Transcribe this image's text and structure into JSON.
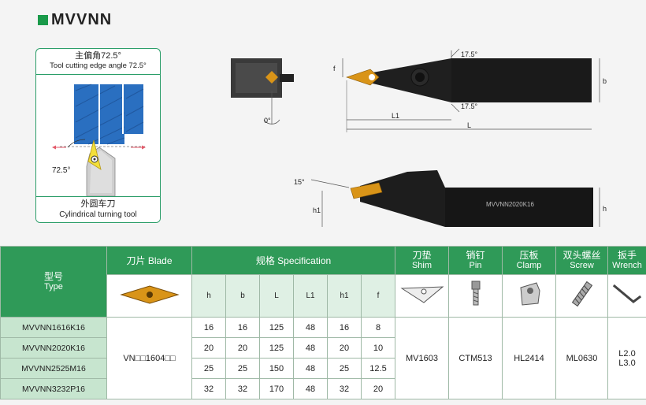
{
  "title": "MVVNN",
  "panel": {
    "header_cn": "主偏角72.5°",
    "header_en": "Tool cutting edge angle 72.5°",
    "angle_label": "72.5°",
    "footer_cn": "外圆车刀",
    "footer_en": "Cylindrical turning tool"
  },
  "drawing": {
    "angle_top": "17.5°",
    "angle_bottom": "17.5°",
    "angle_zero": "0°",
    "angle_side": "15°",
    "dim_f": "f",
    "dim_b": "b",
    "dim_L1": "L1",
    "dim_L": "L",
    "dim_h1": "h1",
    "dim_h": "h",
    "holder_engraving": "MVVNN2020K16"
  },
  "table": {
    "type_cn": "型号",
    "type_en": "Type",
    "blade_header": "刀片 Blade",
    "spec_header": "规格 Specification",
    "shim_cn": "刀垫",
    "shim_en": "Shim",
    "pin_cn": "销钉",
    "pin_en": "Pin",
    "clamp_cn": "压板",
    "clamp_en": "Clamp",
    "screw_cn": "双头螺丝",
    "screw_en": "Screw",
    "wrench_cn": "扳手",
    "wrench_en": "Wrench",
    "columns": [
      "h",
      "b",
      "L",
      "L1",
      "h1",
      "f"
    ],
    "blade_value": "VN□□1604□□",
    "shim_value": "MV1603",
    "pin_value": "CTM513",
    "clamp_value": "HL2414",
    "screw_value": "ML0630",
    "wrench_value_1": "L2.0",
    "wrench_value_2": "L3.0",
    "rows": [
      {
        "type": "MVVNN1616K16",
        "h": "16",
        "b": "16",
        "L": "125",
        "L1": "48",
        "h1": "16",
        "f": "8"
      },
      {
        "type": "MVVNN2020K16",
        "h": "20",
        "b": "20",
        "L": "125",
        "L1": "48",
        "h1": "20",
        "f": "10"
      },
      {
        "type": "MVVNN2525M16",
        "h": "25",
        "b": "25",
        "L": "150",
        "L1": "48",
        "h1": "25",
        "f": "12.5"
      },
      {
        "type": "MVVNN3232P16",
        "h": "32",
        "b": "32",
        "L": "170",
        "L1": "48",
        "h1": "32",
        "f": "20"
      }
    ]
  },
  "colors": {
    "brand_green": "#1a9a4a",
    "header_green": "#2f9a58",
    "type_green": "#c7e5cf",
    "insert_gold": "#d99418",
    "workpiece_blue": "#2a6fc0"
  }
}
